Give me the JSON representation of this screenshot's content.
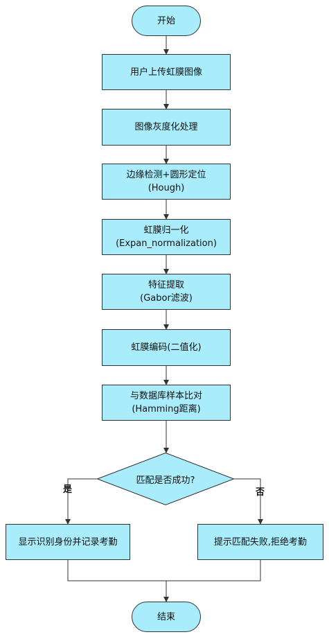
{
  "colors": {
    "node_fill": "#a9ecfb",
    "stroke": "#333333"
  },
  "nodes": {
    "start": "开始",
    "upload": "用户上传虹膜图像",
    "grayscale": "图像灰度化处理",
    "edge": {
      "line1": "边缘检测+圆形定位",
      "line2": "(Hough)"
    },
    "normalize": {
      "line1": "虹膜归一化",
      "line2": "(Expan_normalization)"
    },
    "feature": {
      "line1": "特征提取",
      "line2": "(Gabor滤波)"
    },
    "encode": "虹膜编码(二值化)",
    "compare": {
      "line1": "与数据库样本比对",
      "line2": "(Hamming距离)"
    },
    "decision": "匹配是否成功?",
    "yes_label": "是",
    "no_label": "否",
    "success": "显示识别身份并记录考勤",
    "fail": "提示匹配失败,拒绝考勤",
    "end": "结束"
  }
}
